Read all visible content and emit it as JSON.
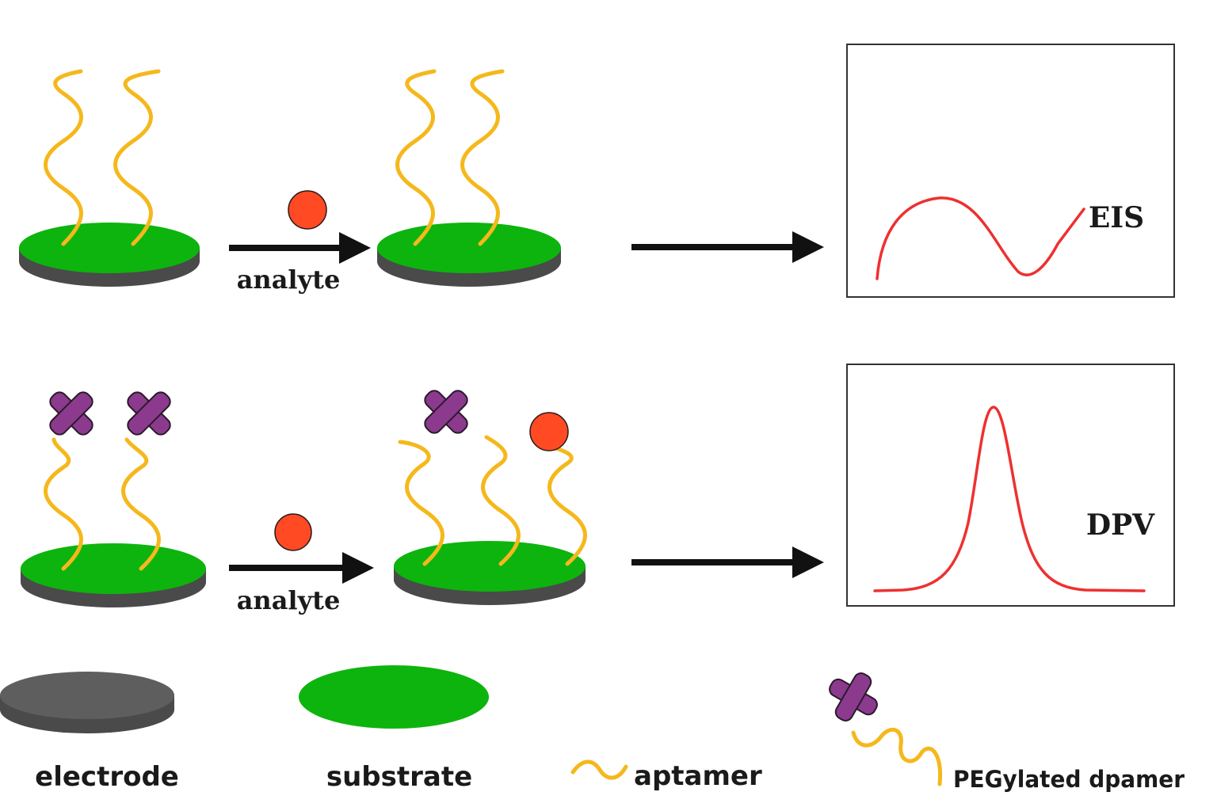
{
  "labels": {
    "analyte_top": "analyte",
    "analyte_bottom": "analyte",
    "eis": "EIS",
    "dpv": "DPV",
    "legend_electrode": "electrode",
    "legend_substrate": "substrate",
    "legend_aptamer": "aptamer",
    "legend_peg": "PEGylated dpamer"
  },
  "colors": {
    "substrate": "#0DB40D",
    "electrode": "#5E5E5E",
    "electrode_side": "#4A4A4A",
    "aptamer": "#F5B81C",
    "analyte": "#FF4A24",
    "peg_cross": "#8B3A8E",
    "signal": "#EE3030"
  },
  "icons": [
    "aptamer-strand",
    "analyte-sphere",
    "peg-cross",
    "reaction-arrow",
    "signal-curve"
  ]
}
